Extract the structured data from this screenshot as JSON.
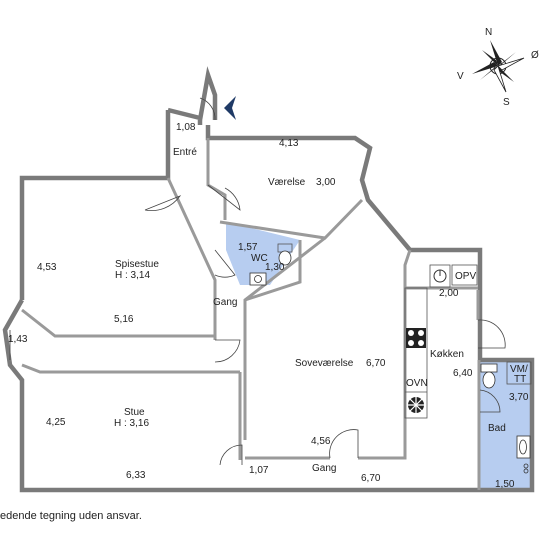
{
  "rooms": {
    "entre": {
      "name": "Entré",
      "dim": "1,08"
    },
    "vaerelse": {
      "name": "Værelse",
      "dim_a": "4,13",
      "dim_b": "3,00"
    },
    "wc": {
      "name": "WC",
      "dim_a": "1,57",
      "dim_b": "1,30"
    },
    "spisestue": {
      "name": "Spisestue",
      "height": "H : 3,14",
      "dim_a": "4,53",
      "dim_b": "5,16"
    },
    "gang_left": {
      "name": "Gang"
    },
    "stue": {
      "name": "Stue",
      "height": "H : 3,16",
      "dim_a": "1,43",
      "dim_b": "4,25",
      "dim_c": "6,33"
    },
    "sovevaerelse": {
      "name": "Soveværelse",
      "dim_a": "6,70",
      "dim_b": "4,56"
    },
    "gang_bottom": {
      "name": "Gang",
      "dim_a": "1,07",
      "dim_b": "6,70"
    },
    "koekken": {
      "name": "Køkken",
      "dim_a": "2,00",
      "dim_b": "6,40"
    },
    "bad": {
      "name": "Bad",
      "dim_a": "3,70",
      "dim_b": "1,50"
    }
  },
  "fixtures": {
    "opv": "OPV",
    "ovn": "OVN",
    "vm": "VM/",
    "tt": "TT"
  },
  "compass": {
    "n": "N",
    "s": "S",
    "v": "V",
    "o": "Ø"
  },
  "footer": "edende tegning uden ansvar.",
  "colors": {
    "wall": "#7a7a7a",
    "wet_room": "#b7cdf0",
    "entrance_arrow": "#1f3a66"
  },
  "icons": [
    "compass-rose-icon",
    "entrance-arrow-icon",
    "stove-icon",
    "fan-icon",
    "toilet-icon",
    "sink-icon",
    "faucet-icon"
  ]
}
